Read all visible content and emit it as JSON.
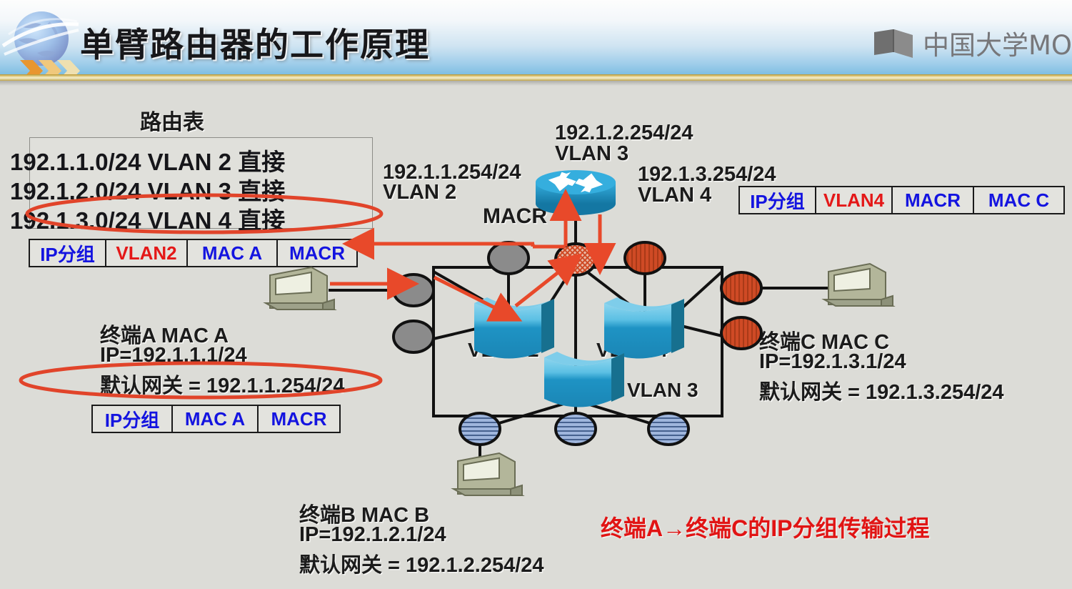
{
  "header": {
    "title": "单臂路由器的工作原理",
    "logo_text": "中国大学MO",
    "logo_icon": "book-icon",
    "globe_icon": "globe-icon",
    "chevron_icon": "chevrons-right-icon"
  },
  "route_table": {
    "title": "路由表",
    "rows": [
      "192.1.1.0/24 VLAN 2  直接",
      "192.1.2.0/24 VLAN 3  直接",
      "192.1.3.0/24 VLAN 4  直接"
    ],
    "highlighted_row_index": 2
  },
  "frames": {
    "tagged_in": {
      "cells": [
        "IP分组",
        "VLAN2",
        "MAC A",
        "MACR"
      ],
      "colors": [
        "#1414e0",
        "#e41818",
        "#1414e0",
        "#1414e0"
      ]
    },
    "tagged_out": {
      "cells": [
        "IP分组",
        "VLAN4",
        "MACR",
        "MAC C"
      ],
      "colors": [
        "#1414e0",
        "#e41818",
        "#1414e0",
        "#1414e0"
      ]
    },
    "untagged": {
      "cells": [
        "IP分组",
        "MAC A",
        "MACR"
      ],
      "colors": [
        "#1414e0",
        "#1414e0",
        "#1414e0"
      ]
    }
  },
  "router": {
    "icon": "router-icon",
    "mac_label": "MACR",
    "interfaces": [
      {
        "ip": "192.1.1.254/24",
        "vlan": "VLAN 2"
      },
      {
        "ip": "192.1.2.254/24",
        "vlan": "VLAN 3"
      },
      {
        "ip": "192.1.3.254/24",
        "vlan": "VLAN 4"
      }
    ]
  },
  "switch": {
    "vlan_labels": [
      "VLAN 2",
      "VLAN 4",
      "VLAN 3"
    ]
  },
  "terminals": {
    "a": {
      "name": "终端A  MAC A",
      "ip": "IP=192.1.1.1/24",
      "gateway": "默认网关 = 192.1.1.254/24",
      "icon": "desktop-computer-icon"
    },
    "b": {
      "name": "终端B  MAC B",
      "ip": "IP=192.1.2.1/24",
      "gateway": "默认网关 = 192.1.2.254/24",
      "icon": "desktop-computer-icon"
    },
    "c": {
      "name": "终端C  MAC C",
      "ip": "IP=192.1.3.1/24",
      "gateway": "默认网关 = 192.1.3.254/24",
      "icon": "desktop-computer-icon"
    }
  },
  "caption": "终端A→终端C的IP分组传输过程",
  "colors": {
    "background": "#dcdcd7",
    "accent_red": "#e8492a",
    "annotation_red": "#e1442a",
    "caption_red": "#e11414",
    "frame_blue": "#1414e0",
    "vlan_red": "#e41818",
    "switch_blue": "#1e93c4",
    "router_blue": "#1b95c8",
    "port_grey": "#8b8b8b",
    "port_orange": "#cf4a25",
    "port_blue": "#8fa8d8",
    "header_gold": "#c0a44a"
  }
}
